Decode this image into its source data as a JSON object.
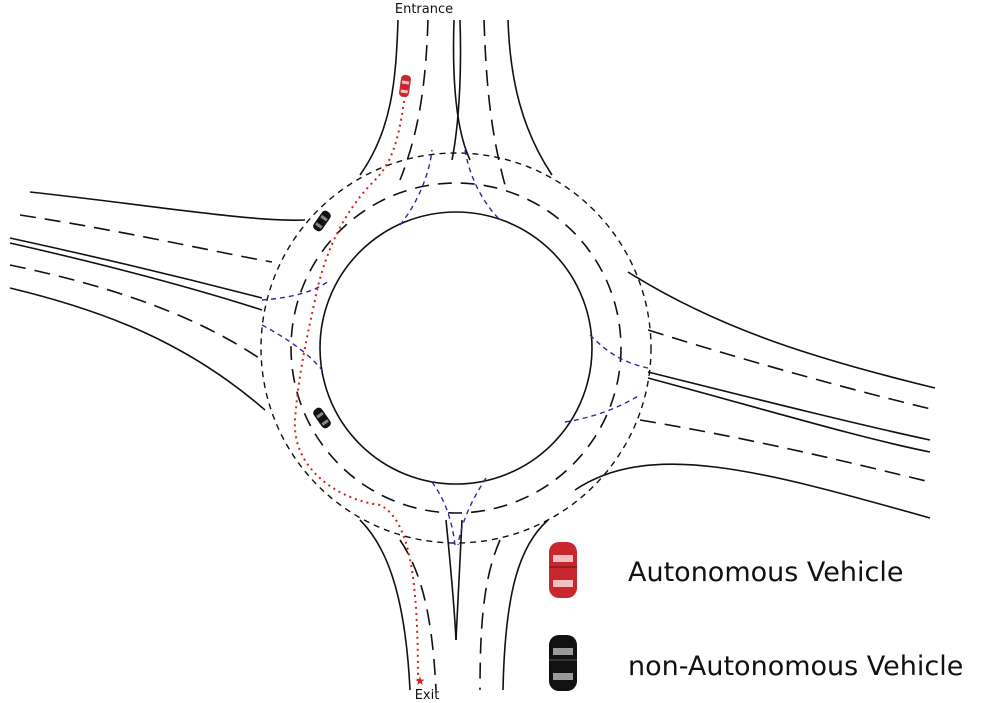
{
  "labels": {
    "entrance": "Entrance",
    "exit": "Exit"
  },
  "legend": {
    "autonomous": "Autonomous Vehicle",
    "non_autonomous": "non-Autonomous Vehicle"
  },
  "colors": {
    "autonomous_vehicle": "#c8282d",
    "non_autonomous_vehicle": "#111111",
    "trajectory": "#d42020",
    "conflict_lines": "#2a2aa0"
  },
  "icons": [
    "car-icon",
    "star-icon"
  ]
}
